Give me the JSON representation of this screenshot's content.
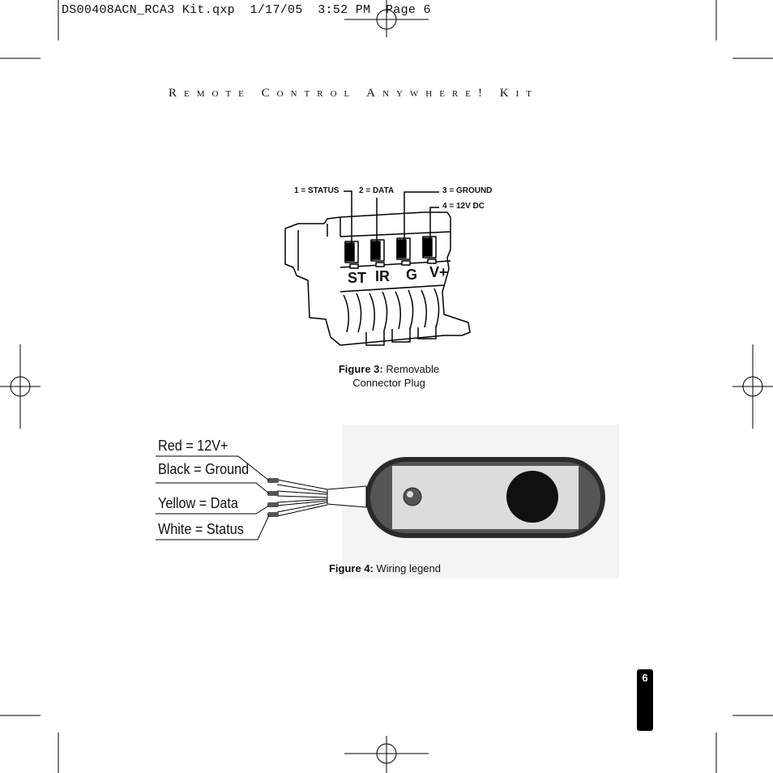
{
  "slug": "DS00408ACN_RCA3 Kit.qxp  1/17/05  3:52 PM  Page 6",
  "running_head": "Remote Control Anywhere! Kit",
  "figure3": {
    "pin_labels": [
      "1 = STATUS",
      "2 = DATA",
      "3 = GROUND",
      "4 = 12V DC"
    ],
    "pin_marks": [
      "ST",
      "IR",
      "G",
      "V+"
    ],
    "caption_bold": "Figure 3:",
    "caption_line1": "Removable",
    "caption_line2": "Connector Plug"
  },
  "figure4": {
    "wires": [
      "Red = 12V+",
      "Black = Ground",
      "Yellow = Data",
      "White = Status"
    ],
    "caption_bold": "Figure 4:",
    "caption_text": "Wiring legend"
  },
  "page_number": "6"
}
